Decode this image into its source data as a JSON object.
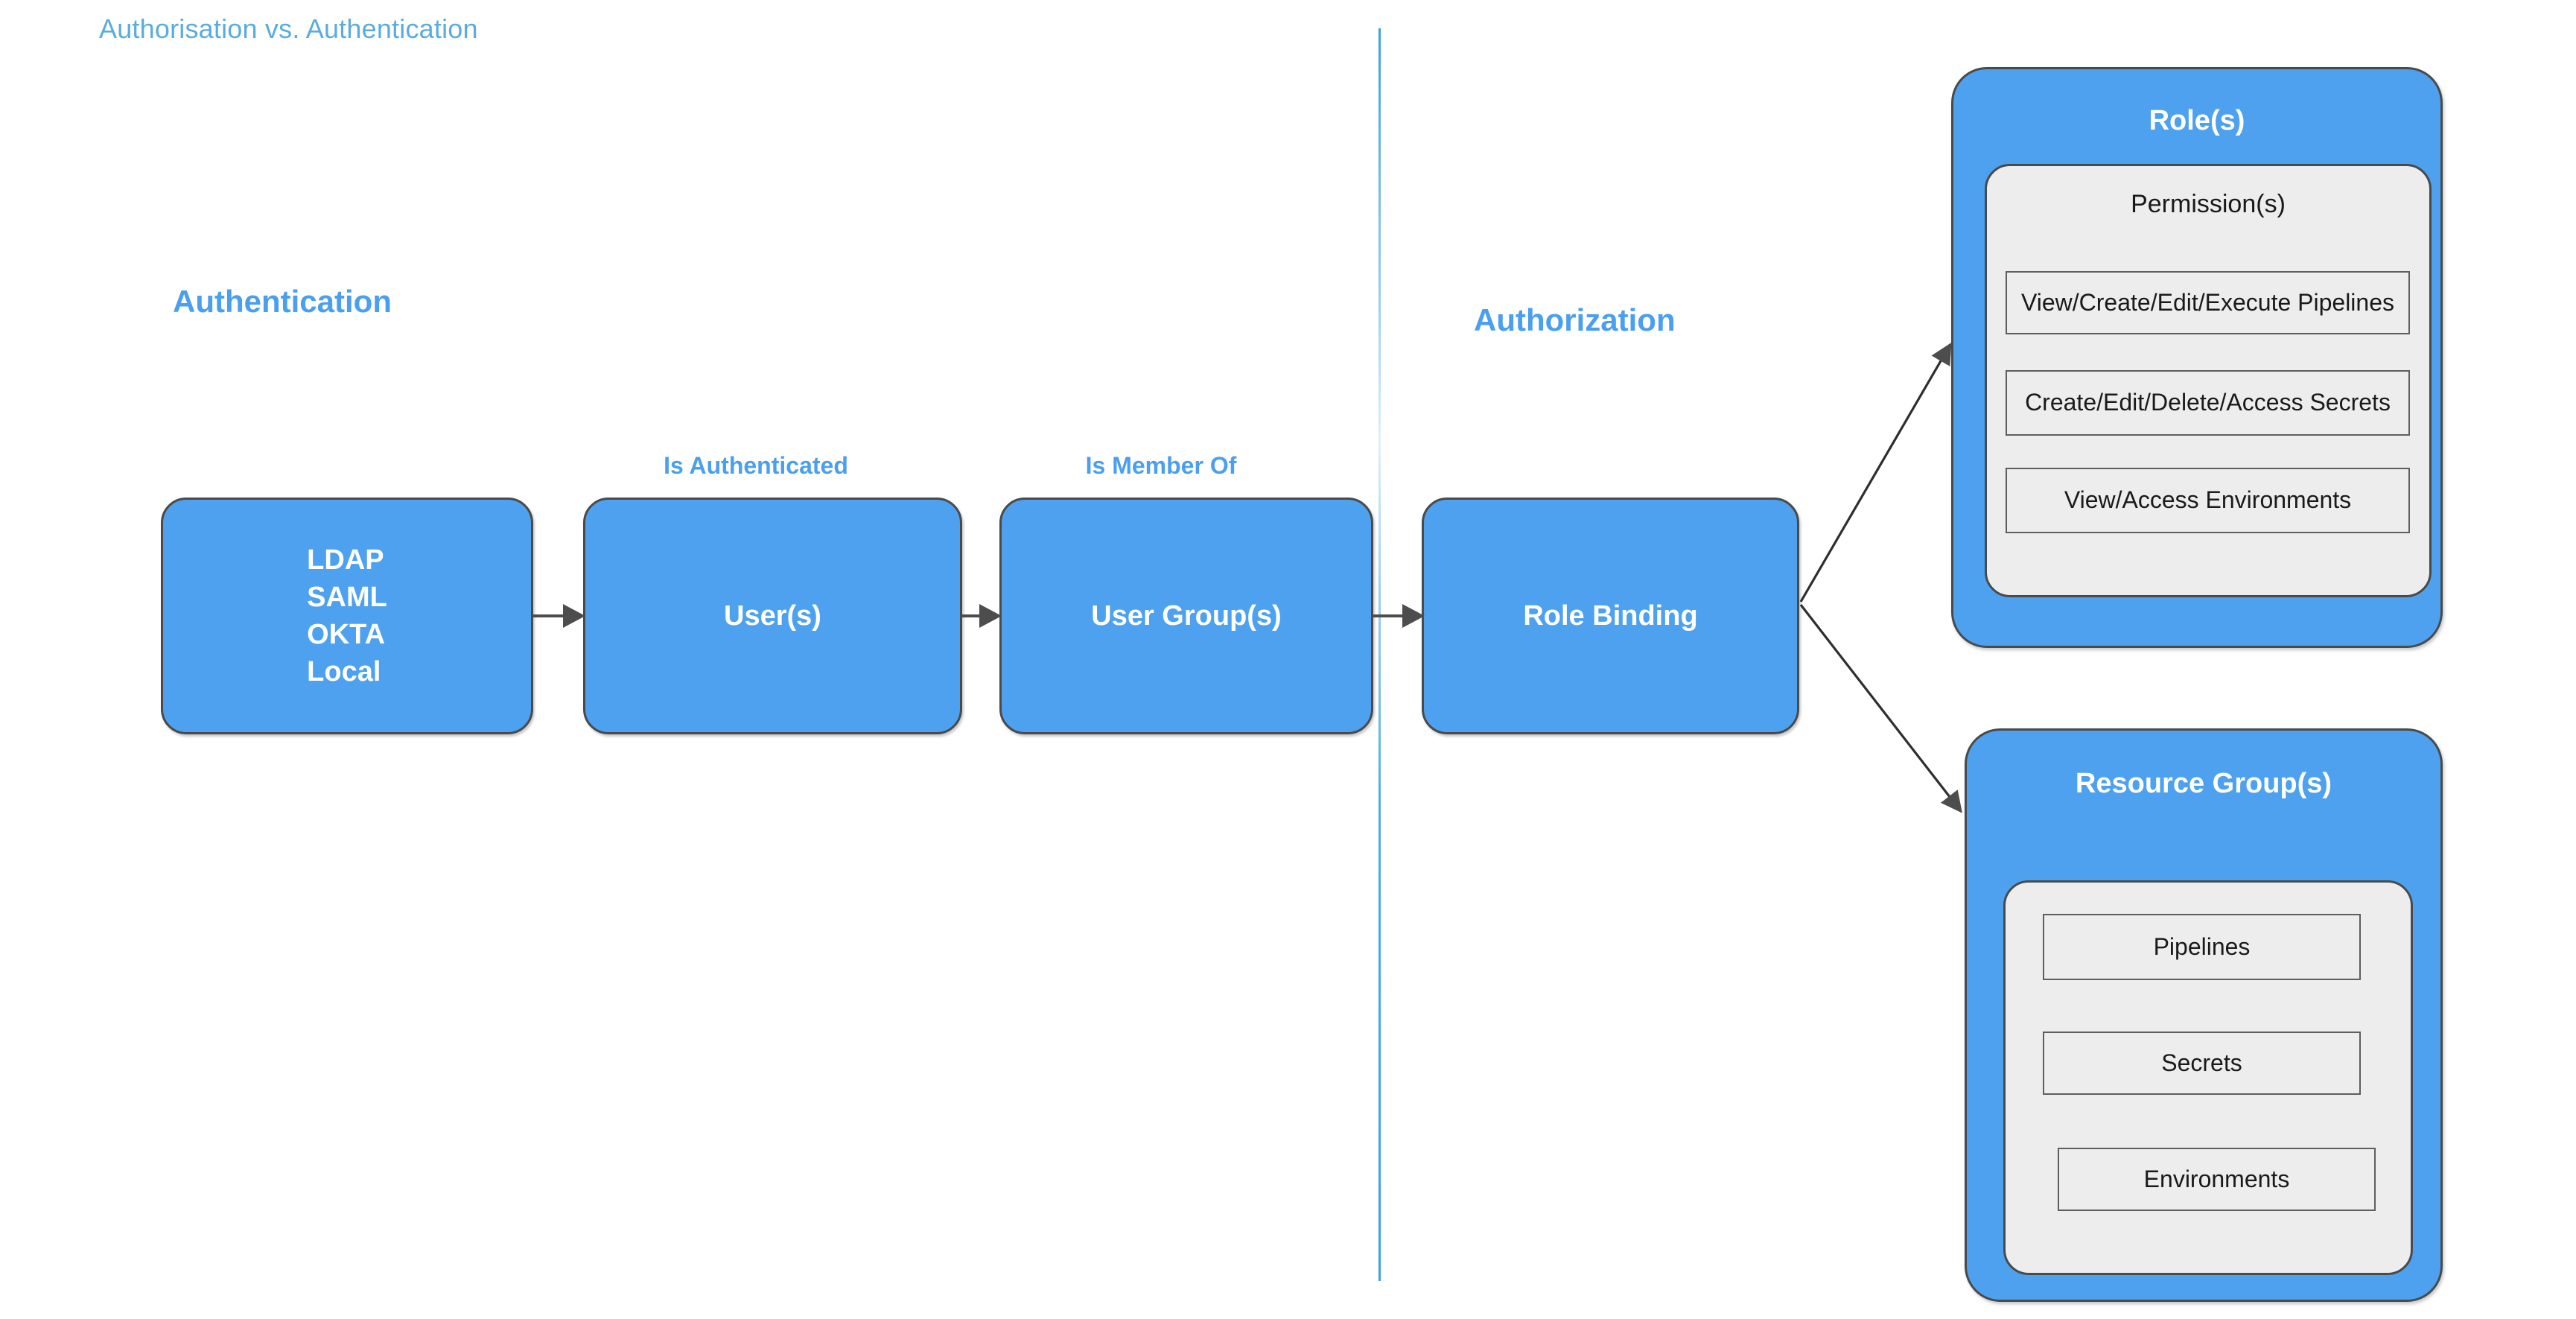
{
  "page": {
    "title": "Authorisation vs. Authentication"
  },
  "sections": {
    "authentication_label": "Authentication",
    "authorization_label": "Authorization"
  },
  "flow": {
    "identity_providers": {
      "name": "identity-providers",
      "items": [
        "LDAP",
        "SAML",
        "OKTA",
        "Local"
      ]
    },
    "users": {
      "label": "User(s)"
    },
    "user_groups": {
      "label": "User Group(s)"
    },
    "role_binding": {
      "label": "Role Binding"
    }
  },
  "edges": {
    "is_authenticated": "Is Authenticated",
    "is_member_of": "Is Member Of"
  },
  "roles_panel": {
    "title": "Role(s)",
    "permissions_title": "Permission(s)",
    "permissions": [
      "View/Create/Edit/Execute Pipelines",
      "Create/Edit/Delete/Access Secrets",
      "View/Access Environments"
    ]
  },
  "resource_groups_panel": {
    "title": "Resource Group(s)",
    "resources": [
      "Pipelines",
      "Secrets",
      "Environments"
    ]
  },
  "colors": {
    "brand_blue": "#4A9FEE",
    "box_fill": "#4DA1EE",
    "title_blue": "#59ACDF",
    "panel_grey": "#EDEDED",
    "stroke": "#4A4A4A",
    "arrow": "#4D4D4D",
    "background": "#FFFFFF"
  }
}
